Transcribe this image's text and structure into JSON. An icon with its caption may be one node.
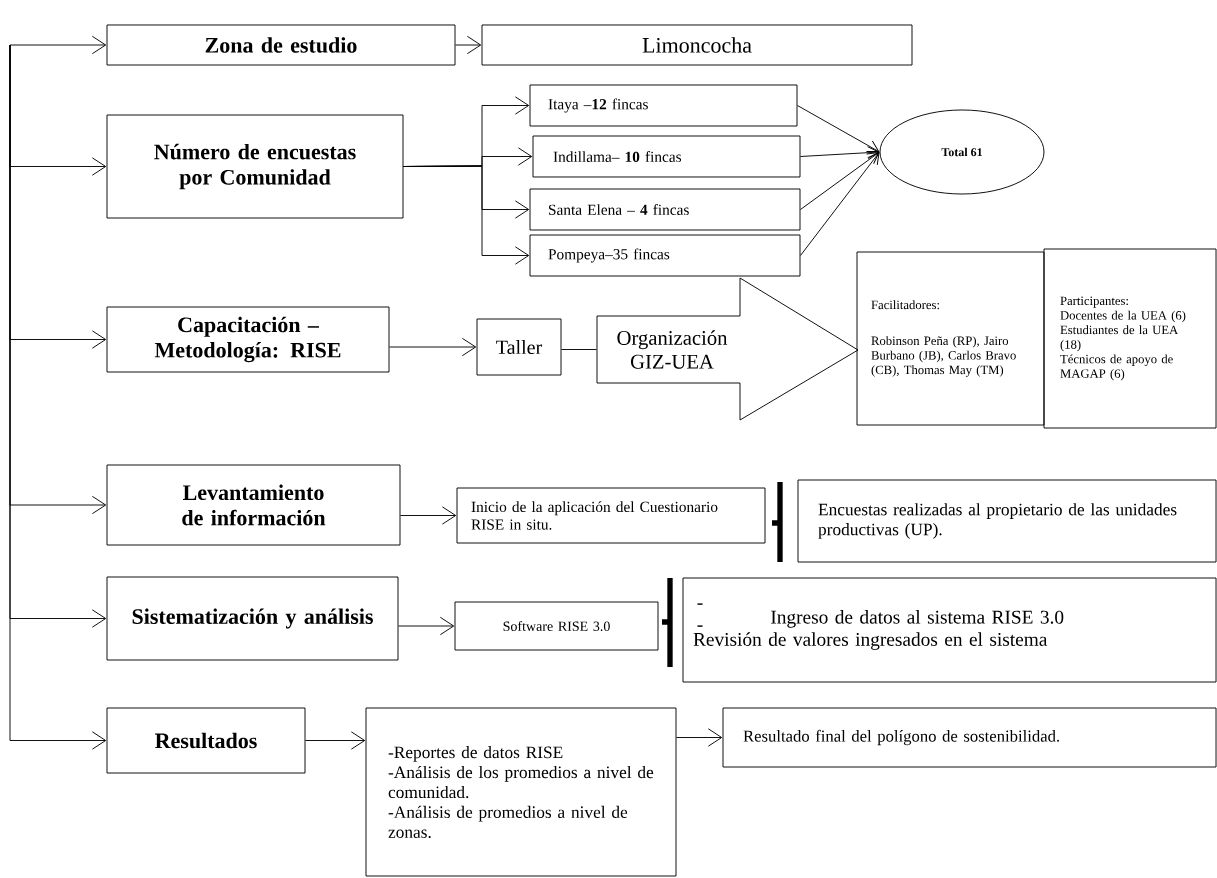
{
  "diagram": {
    "nodes": [
      {
        "text": [
          "Zona de estudio"
        ]
      },
      {
        "text": [
          "Limoncocha"
        ]
      },
      {
        "text": [
          "Número de encuestas por Comunidad"
        ]
      },
      {
        "text": [
          "Itaya –**12** fincas"
        ]
      },
      {
        "text": [
          "Indillama– **10** fincas"
        ]
      },
      {
        "text": [
          "Santa Elena – **4** fincas"
        ]
      },
      {
        "text": [
          "Pompeya–35 fincas"
        ]
      },
      {
        "text": [
          "Total 61"
        ]
      },
      {
        "text": [
          "Capacitación – Metodología: RISE"
        ]
      },
      {
        "text": [
          "Taller"
        ]
      },
      {
        "text": [
          "Organización GIZ-UEA"
        ]
      },
      {
        "text": [
          "Facilitadores:",
          "Robinson Peña (RP), Jairo Burbano (JB), Carlos Bravo (CB), Thomas May (TM)"
        ]
      },
      {
        "text": [
          "Participantes:",
          "Docentes de la UEA (6)",
          "Estudiantes de la UEA (18)",
          "Técnicos de apoyo de MAGAP (6)"
        ]
      },
      {
        "text": [
          "Levantamiento de información"
        ]
      },
      {
        "text": [
          "Inicio de la aplicación del Cuestionario RISE in situ."
        ]
      },
      {
        "text": [
          "Encuestas realizadas al propietario de las unidades productivas (UP)."
        ]
      },
      {
        "text": [
          "Sistematización y análisis"
        ]
      },
      {
        "text": [
          "Software RISE 3.0"
        ]
      },
      {
        "text": [
          "Ingreso de datos al sistema RISE 3.0",
          "Revisión de valores ingresados en el sistema"
        ]
      },
      {
        "text": [
          "Resultados"
        ]
      },
      {
        "text": [
          "-Reportes de datos RISE",
          "-Análisis de los promedios a nivel de comunidad.",
          "-Análisis de promedios a nivel de zonas."
        ]
      },
      {
        "text": [
          "Resultado final del polígono de sostenibilidad."
        ]
      }
    ],
    "edges": [
      {
        "from": null,
        "to": 0,
        "arrow": "to"
      },
      {
        "from": null,
        "to": 2,
        "arrow": "to"
      },
      {
        "from": null,
        "to": 8,
        "arrow": "to"
      },
      {
        "from": null,
        "to": 13,
        "arrow": "to"
      },
      {
        "from": null,
        "to": 16,
        "arrow": "to"
      },
      {
        "from": null,
        "to": 19,
        "arrow": "to"
      },
      {
        "from": 0,
        "to": 1,
        "arrow": "to"
      },
      {
        "from": 2,
        "to": 3,
        "arrow": "to"
      },
      {
        "from": 2,
        "to": 4,
        "arrow": "to"
      },
      {
        "from": 2,
        "to": 5,
        "arrow": "to"
      },
      {
        "from": 2,
        "to": 6,
        "arrow": "to"
      },
      {
        "from": 3,
        "to": 7,
        "arrow": "to"
      },
      {
        "from": 4,
        "to": 7,
        "arrow": "to"
      },
      {
        "from": 5,
        "to": 7,
        "arrow": "to"
      },
      {
        "from": 6,
        "to": 7,
        "arrow": "to"
      },
      {
        "from": 8,
        "to": 9,
        "arrow": "to"
      },
      {
        "from": 9,
        "to": 10,
        "arrow": "none"
      },
      {
        "from": 13,
        "to": 14,
        "arrow": "to"
      },
      {
        "from": 16,
        "to": 17,
        "arrow": "to"
      },
      {
        "from": 19,
        "to": 20,
        "arrow": "to"
      },
      {
        "from": 20,
        "to": 21,
        "arrow": "to"
      }
    ],
    "labels": [
      "-",
      "-"
    ]
  }
}
